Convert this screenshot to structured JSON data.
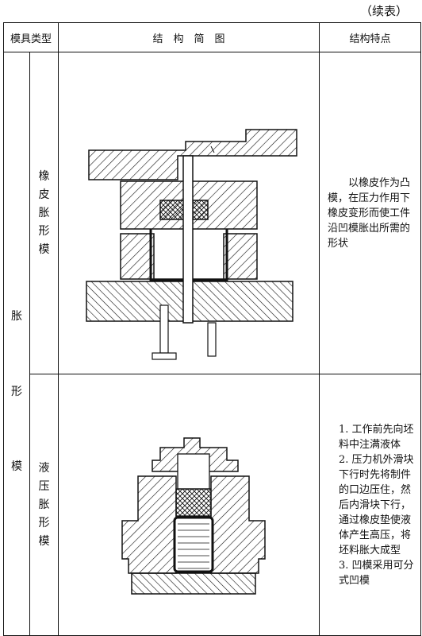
{
  "continued": "（续表）",
  "headers": {
    "type": "模具类型",
    "diagram": "结　构　简　图",
    "features": "结构特点"
  },
  "category": "胀形模",
  "rows": [
    {
      "subtype": "橡皮胀形模",
      "features_text": "以橡皮作为凸模，在压力作用下橡皮变形而使工件沿凹模胀出所需的形状"
    },
    {
      "subtype": "液压胀形模",
      "features_list": [
        "1. 工作前先向坯料中注满液体",
        "2. 压力机外滑块下行时先将制件的口边压住，然后内滑块下行，通过橡皮垫使液体产生高压，将坯料胀大成型",
        "3. 凹模采用可分式凹模"
      ]
    }
  ]
}
